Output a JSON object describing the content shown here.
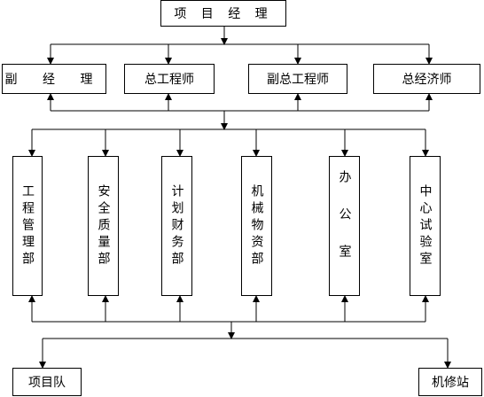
{
  "top": "项 目 经 理",
  "level2": [
    "副 经 理",
    "总工程师",
    "副总工程师",
    "总经济师"
  ],
  "departments": [
    "工程管理部",
    "安全质量部",
    "计划财务部",
    "机械物资部",
    "办公室",
    "中心试验室"
  ],
  "bottom": [
    "项目队",
    "机修站"
  ]
}
